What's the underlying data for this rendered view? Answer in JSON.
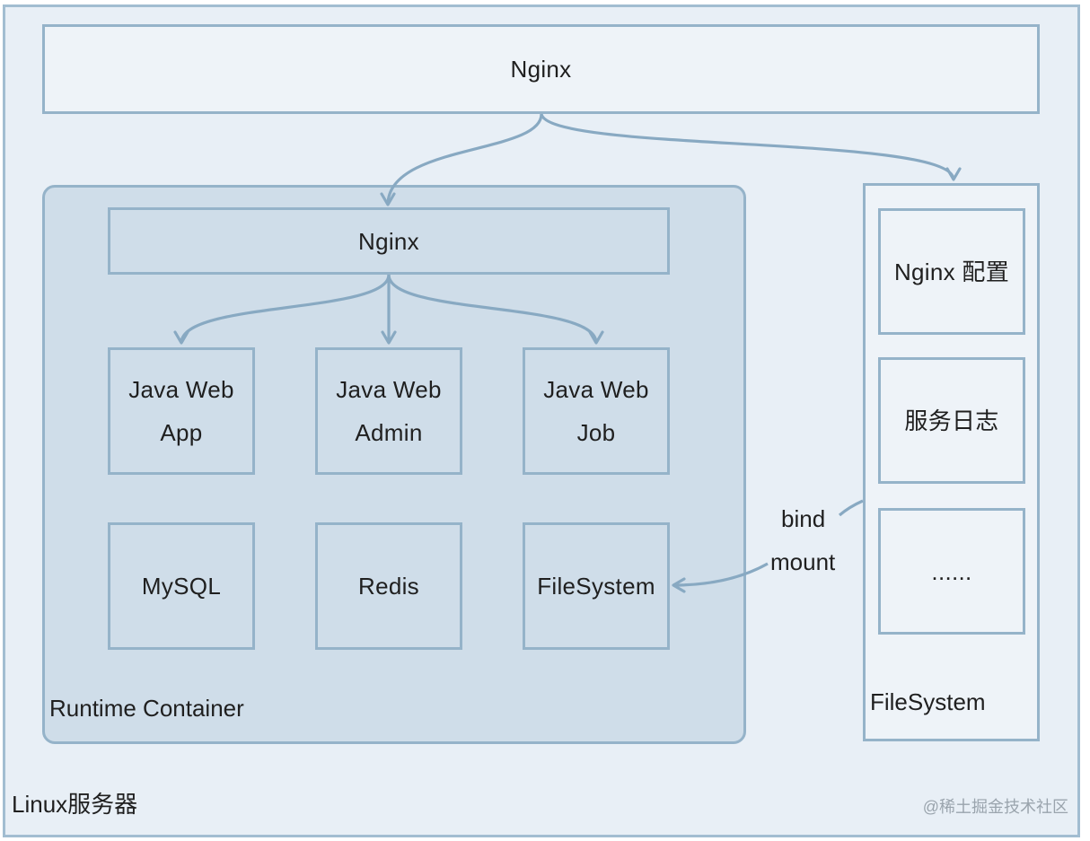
{
  "diagram": {
    "server_label": "Linux服务器",
    "top_nginx": "Nginx",
    "container": {
      "label": "Runtime Container",
      "nginx": "Nginx",
      "apps": [
        {
          "line1": "Java Web",
          "line2": "App"
        },
        {
          "line1": "Java Web",
          "line2": "Admin"
        },
        {
          "line1": "Java Web",
          "line2": "Job"
        }
      ],
      "services": [
        "MySQL",
        "Redis",
        "FileSystem"
      ]
    },
    "host_filesystem": {
      "label": "FileSystem",
      "items": [
        "Nginx 配置",
        "服务日志",
        "......"
      ]
    },
    "bind_mount": {
      "line1": "bind",
      "line2": "mount"
    },
    "watermark": "@稀土掘金技术社区"
  },
  "colors": {
    "border": "#95b3c9",
    "container_fill": "#cfdde9",
    "outer_fill": "#e8eff6",
    "box_fill": "#eef3f8",
    "arrow": "#88a9c2"
  }
}
